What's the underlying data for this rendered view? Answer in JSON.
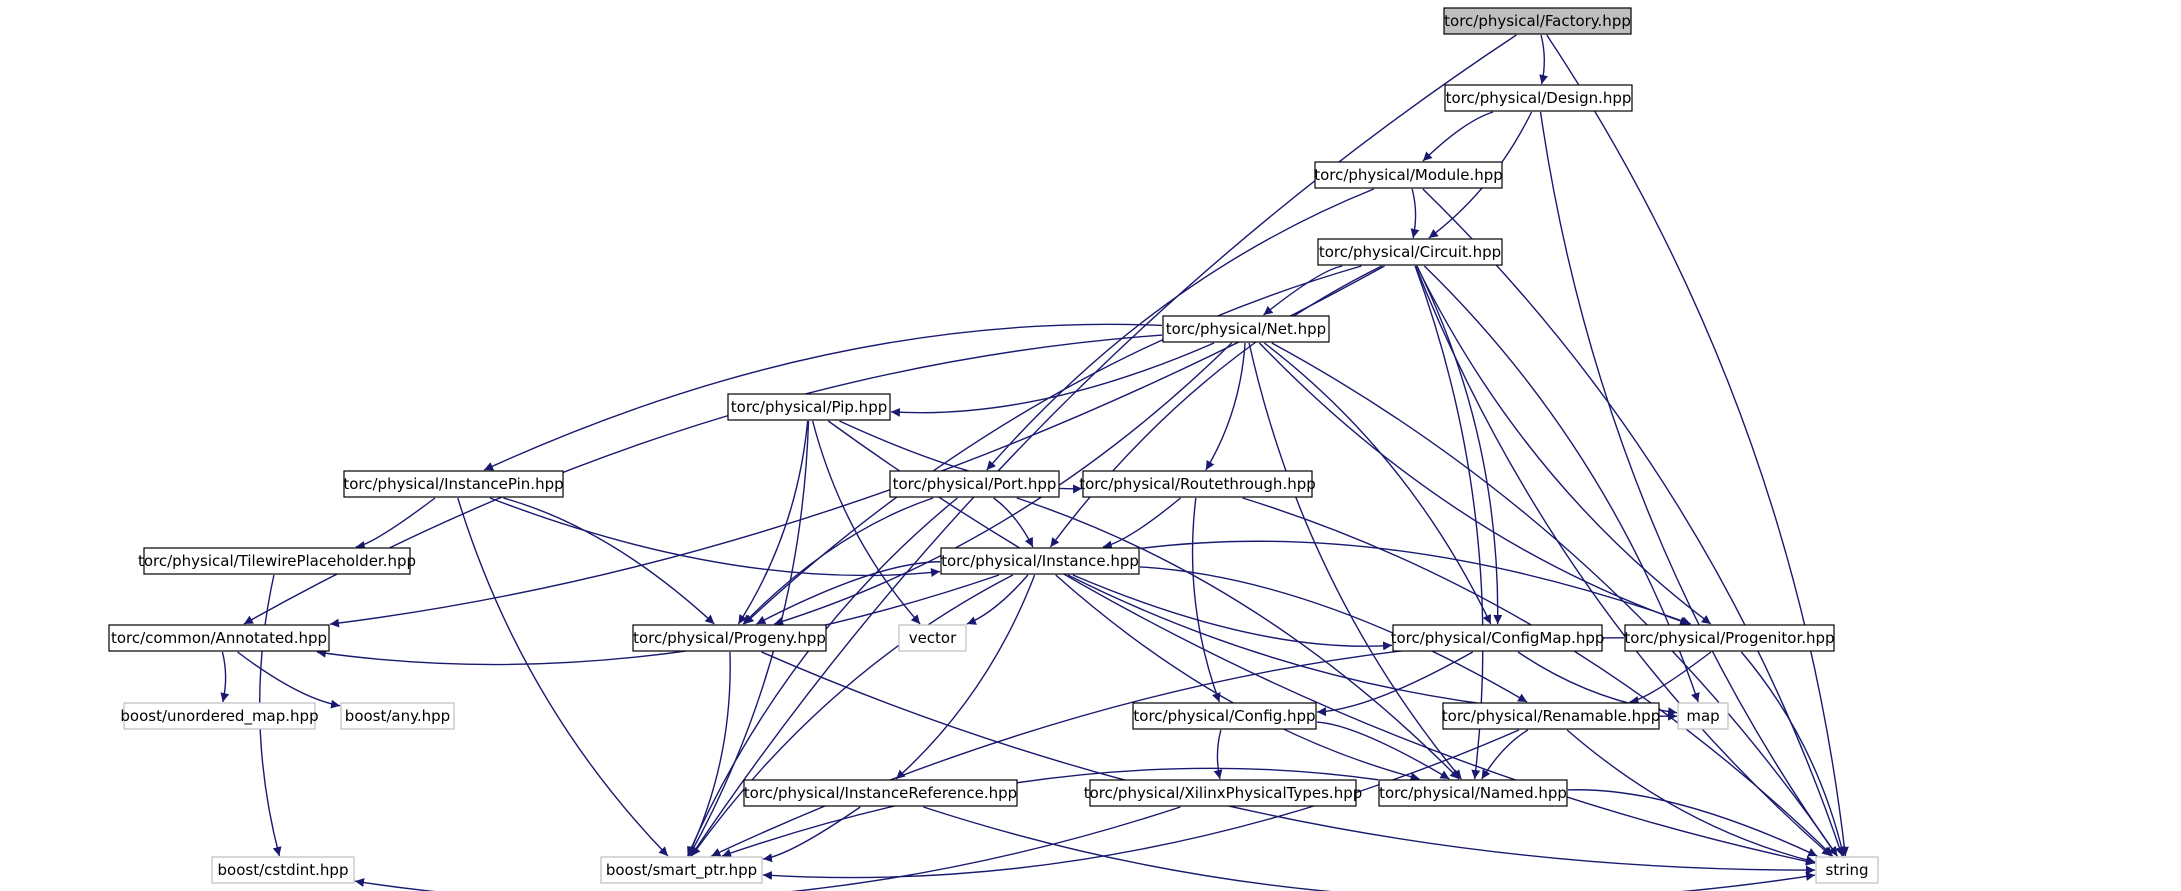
{
  "colors": {
    "edge": "#191970",
    "root_fill": "#bfbfbf",
    "node_border": "#000000",
    "external_border": "#bfbfbf",
    "background": "#ffffff"
  },
  "nodes": [
    {
      "id": "factory",
      "label": "torc/physical/Factory.hpp",
      "kind": "root"
    },
    {
      "id": "design",
      "label": "torc/physical/Design.hpp",
      "kind": "normal"
    },
    {
      "id": "module",
      "label": "torc/physical/Module.hpp",
      "kind": "normal"
    },
    {
      "id": "circuit",
      "label": "torc/physical/Circuit.hpp",
      "kind": "normal"
    },
    {
      "id": "net",
      "label": "torc/physical/Net.hpp",
      "kind": "normal"
    },
    {
      "id": "pip",
      "label": "torc/physical/Pip.hpp",
      "kind": "normal"
    },
    {
      "id": "instancepin",
      "label": "torc/physical/InstancePin.hpp",
      "kind": "normal"
    },
    {
      "id": "port",
      "label": "torc/physical/Port.hpp",
      "kind": "normal"
    },
    {
      "id": "routethrough",
      "label": "torc/physical/Routethrough.hpp",
      "kind": "normal"
    },
    {
      "id": "tilewire",
      "label": "torc/physical/TilewirePlaceholder.hpp",
      "kind": "normal"
    },
    {
      "id": "instance",
      "label": "torc/physical/Instance.hpp",
      "kind": "normal"
    },
    {
      "id": "annotated",
      "label": "torc/common/Annotated.hpp",
      "kind": "normal"
    },
    {
      "id": "progeny",
      "label": "torc/physical/Progeny.hpp",
      "kind": "normal"
    },
    {
      "id": "vector",
      "label": "vector",
      "kind": "external"
    },
    {
      "id": "configmap",
      "label": "torc/physical/ConfigMap.hpp",
      "kind": "normal"
    },
    {
      "id": "progenitor",
      "label": "torc/physical/Progenitor.hpp",
      "kind": "normal"
    },
    {
      "id": "unordered",
      "label": "boost/unordered_map.hpp",
      "kind": "external"
    },
    {
      "id": "any",
      "label": "boost/any.hpp",
      "kind": "external"
    },
    {
      "id": "config",
      "label": "torc/physical/Config.hpp",
      "kind": "normal"
    },
    {
      "id": "renamable",
      "label": "torc/physical/Renamable.hpp",
      "kind": "normal"
    },
    {
      "id": "map",
      "label": "map",
      "kind": "external"
    },
    {
      "id": "instref",
      "label": "torc/physical/InstanceReference.hpp",
      "kind": "normal"
    },
    {
      "id": "xilinx",
      "label": "torc/physical/XilinxPhysicalTypes.hpp",
      "kind": "normal"
    },
    {
      "id": "named",
      "label": "torc/physical/Named.hpp",
      "kind": "normal"
    },
    {
      "id": "cstdint",
      "label": "boost/cstdint.hpp",
      "kind": "external"
    },
    {
      "id": "smartptr",
      "label": "boost/smart_ptr.hpp",
      "kind": "external"
    },
    {
      "id": "string",
      "label": "string",
      "kind": "external"
    }
  ],
  "edges": [
    [
      "factory",
      "design"
    ],
    [
      "factory",
      "smartptr"
    ],
    [
      "factory",
      "string"
    ],
    [
      "design",
      "module"
    ],
    [
      "design",
      "circuit"
    ],
    [
      "design",
      "string"
    ],
    [
      "module",
      "circuit"
    ],
    [
      "module",
      "port"
    ],
    [
      "module",
      "string"
    ],
    [
      "circuit",
      "net"
    ],
    [
      "circuit",
      "annotated"
    ],
    [
      "circuit",
      "progeny"
    ],
    [
      "circuit",
      "named"
    ],
    [
      "circuit",
      "instance"
    ],
    [
      "circuit",
      "configmap"
    ],
    [
      "circuit",
      "progenitor"
    ],
    [
      "circuit",
      "map"
    ],
    [
      "circuit",
      "string"
    ],
    [
      "net",
      "pip"
    ],
    [
      "net",
      "instancepin"
    ],
    [
      "net",
      "routethrough"
    ],
    [
      "net",
      "annotated"
    ],
    [
      "net",
      "progeny"
    ],
    [
      "net",
      "named"
    ],
    [
      "net",
      "configmap"
    ],
    [
      "net",
      "progenitor"
    ],
    [
      "net",
      "string"
    ],
    [
      "pip",
      "routethrough"
    ],
    [
      "pip",
      "progeny"
    ],
    [
      "pip",
      "vector"
    ],
    [
      "pip",
      "smartptr"
    ],
    [
      "pip",
      "string"
    ],
    [
      "instancepin",
      "tilewire"
    ],
    [
      "instancepin",
      "instance"
    ],
    [
      "instancepin",
      "progeny"
    ],
    [
      "instancepin",
      "smartptr"
    ],
    [
      "port",
      "instance"
    ],
    [
      "port",
      "progeny"
    ],
    [
      "port",
      "named"
    ],
    [
      "port",
      "smartptr"
    ],
    [
      "routethrough",
      "instance"
    ],
    [
      "routethrough",
      "config"
    ],
    [
      "routethrough",
      "string"
    ],
    [
      "tilewire",
      "cstdint"
    ],
    [
      "instance",
      "annotated"
    ],
    [
      "instance",
      "progeny"
    ],
    [
      "instance",
      "vector"
    ],
    [
      "instance",
      "configmap"
    ],
    [
      "instance",
      "progenitor"
    ],
    [
      "instance",
      "map"
    ],
    [
      "instance",
      "renamable"
    ],
    [
      "instance",
      "named"
    ],
    [
      "instance",
      "instref"
    ],
    [
      "instance",
      "smartptr"
    ],
    [
      "annotated",
      "unordered"
    ],
    [
      "annotated",
      "any"
    ],
    [
      "progeny",
      "smartptr"
    ],
    [
      "progeny",
      "string"
    ],
    [
      "configmap",
      "config"
    ],
    [
      "configmap",
      "map"
    ],
    [
      "progenitor",
      "renamable"
    ],
    [
      "progenitor",
      "smartptr"
    ],
    [
      "progenitor",
      "string"
    ],
    [
      "config",
      "xilinx"
    ],
    [
      "config",
      "named"
    ],
    [
      "renamable",
      "named"
    ],
    [
      "renamable",
      "smartptr"
    ],
    [
      "renamable",
      "string"
    ],
    [
      "instref",
      "smartptr"
    ],
    [
      "instref",
      "string"
    ],
    [
      "xilinx",
      "cstdint"
    ],
    [
      "named",
      "smartptr"
    ],
    [
      "named",
      "string"
    ]
  ]
}
